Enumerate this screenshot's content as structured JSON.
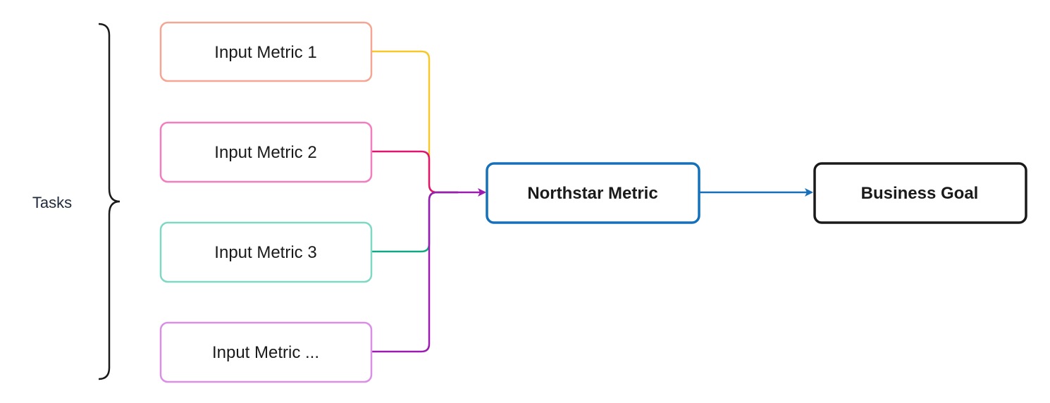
{
  "diagram": {
    "group_label": "Tasks",
    "inputs": [
      {
        "label": "Input Metric 1",
        "border_color": "#f4a594",
        "line_color": "#f7c82a"
      },
      {
        "label": "Input Metric 2",
        "border_color": "#f27ec0",
        "line_color": "#e0156f"
      },
      {
        "label": "Input Metric 3",
        "border_color": "#7fd8c4",
        "line_color": "#11a884"
      },
      {
        "label": "Input Metric ...",
        "border_color": "#da8fe6",
        "line_color": "#9c1bb0"
      }
    ],
    "northstar": {
      "label": "Northstar Metric",
      "border_color": "#1570b9",
      "arrow_color": "#9c1bb0"
    },
    "goal": {
      "label": "Business Goal",
      "border_color": "#1a1a1a",
      "arrow_color": "#1570b9"
    },
    "bracket_color": "#1a1a1a"
  }
}
